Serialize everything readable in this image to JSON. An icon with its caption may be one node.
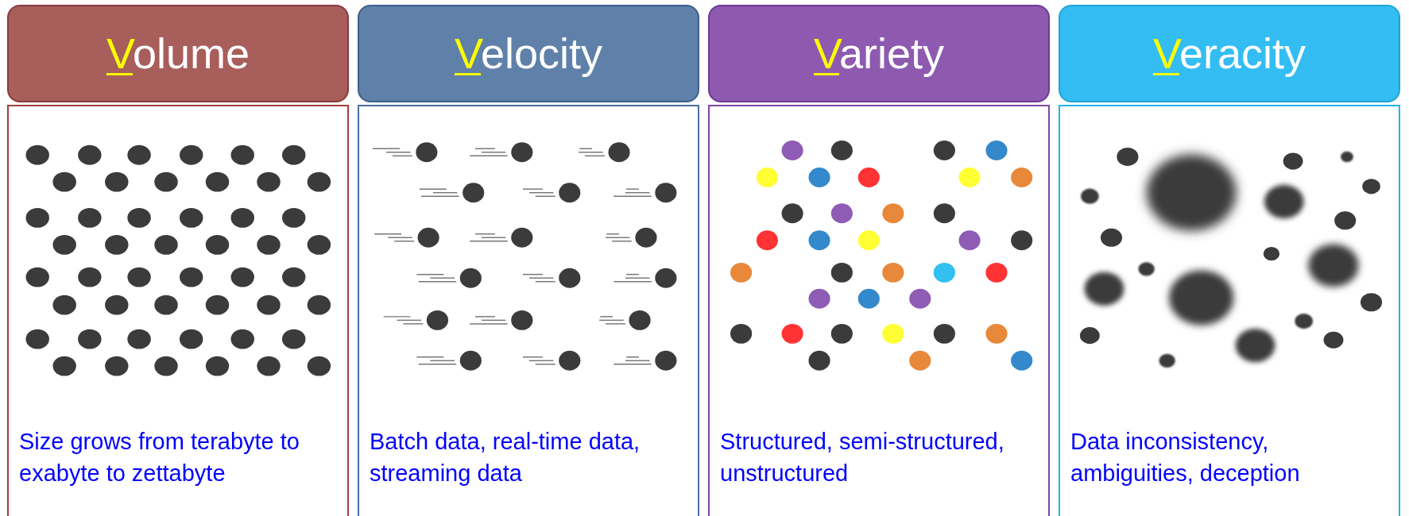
{
  "diagram": {
    "nodes": [
      {
        "text": [
          "Volume"
        ]
      },
      {
        "text": [
          "Size grows from terabyte to exabyte to zettabyte"
        ]
      },
      {
        "text": [
          "Velocity"
        ]
      },
      {
        "text": [
          "Batch data, real-time data, streaming data"
        ]
      },
      {
        "text": [
          "Variety"
        ]
      },
      {
        "text": [
          "Structured, semi-structured, unstructured"
        ]
      },
      {
        "text": [
          "Veracity"
        ]
      },
      {
        "text": [
          "Data inconsistency, ambiguities, deception"
        ]
      }
    ]
  }
}
